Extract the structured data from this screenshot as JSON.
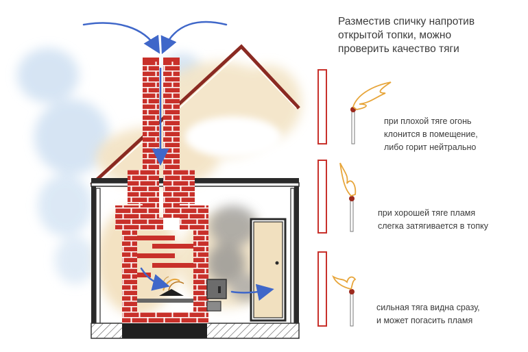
{
  "title_lines": [
    "Разместив спичку напротив",
    "открытой топки, можно",
    "проверить качество тяги"
  ],
  "notes": [
    {
      "lines": [
        "при плохой тяге огонь",
        "клонится в помещение,",
        "либо горит нейтрально"
      ]
    },
    {
      "lines": [
        "при хорошей тяге пламя",
        "слегка затягивается в топку"
      ]
    },
    {
      "lines": [
        "сильная тяга видна сразу,",
        "и может погасить пламя"
      ]
    }
  ],
  "colors": {
    "brick": "#c8302a",
    "roof": "#8a2a22",
    "arrow": "#3f67c9",
    "smoke": "#cfe0f2",
    "soot": "#8e8e8e",
    "warm_glow": "#f1dfbf",
    "flame": "#e7a53a",
    "match_head": "#9c2a1e"
  },
  "icons": [
    "house-icon",
    "chimney-icon",
    "stove-icon",
    "door-icon",
    "match-icon",
    "flame-icon",
    "arrow-icon"
  ]
}
